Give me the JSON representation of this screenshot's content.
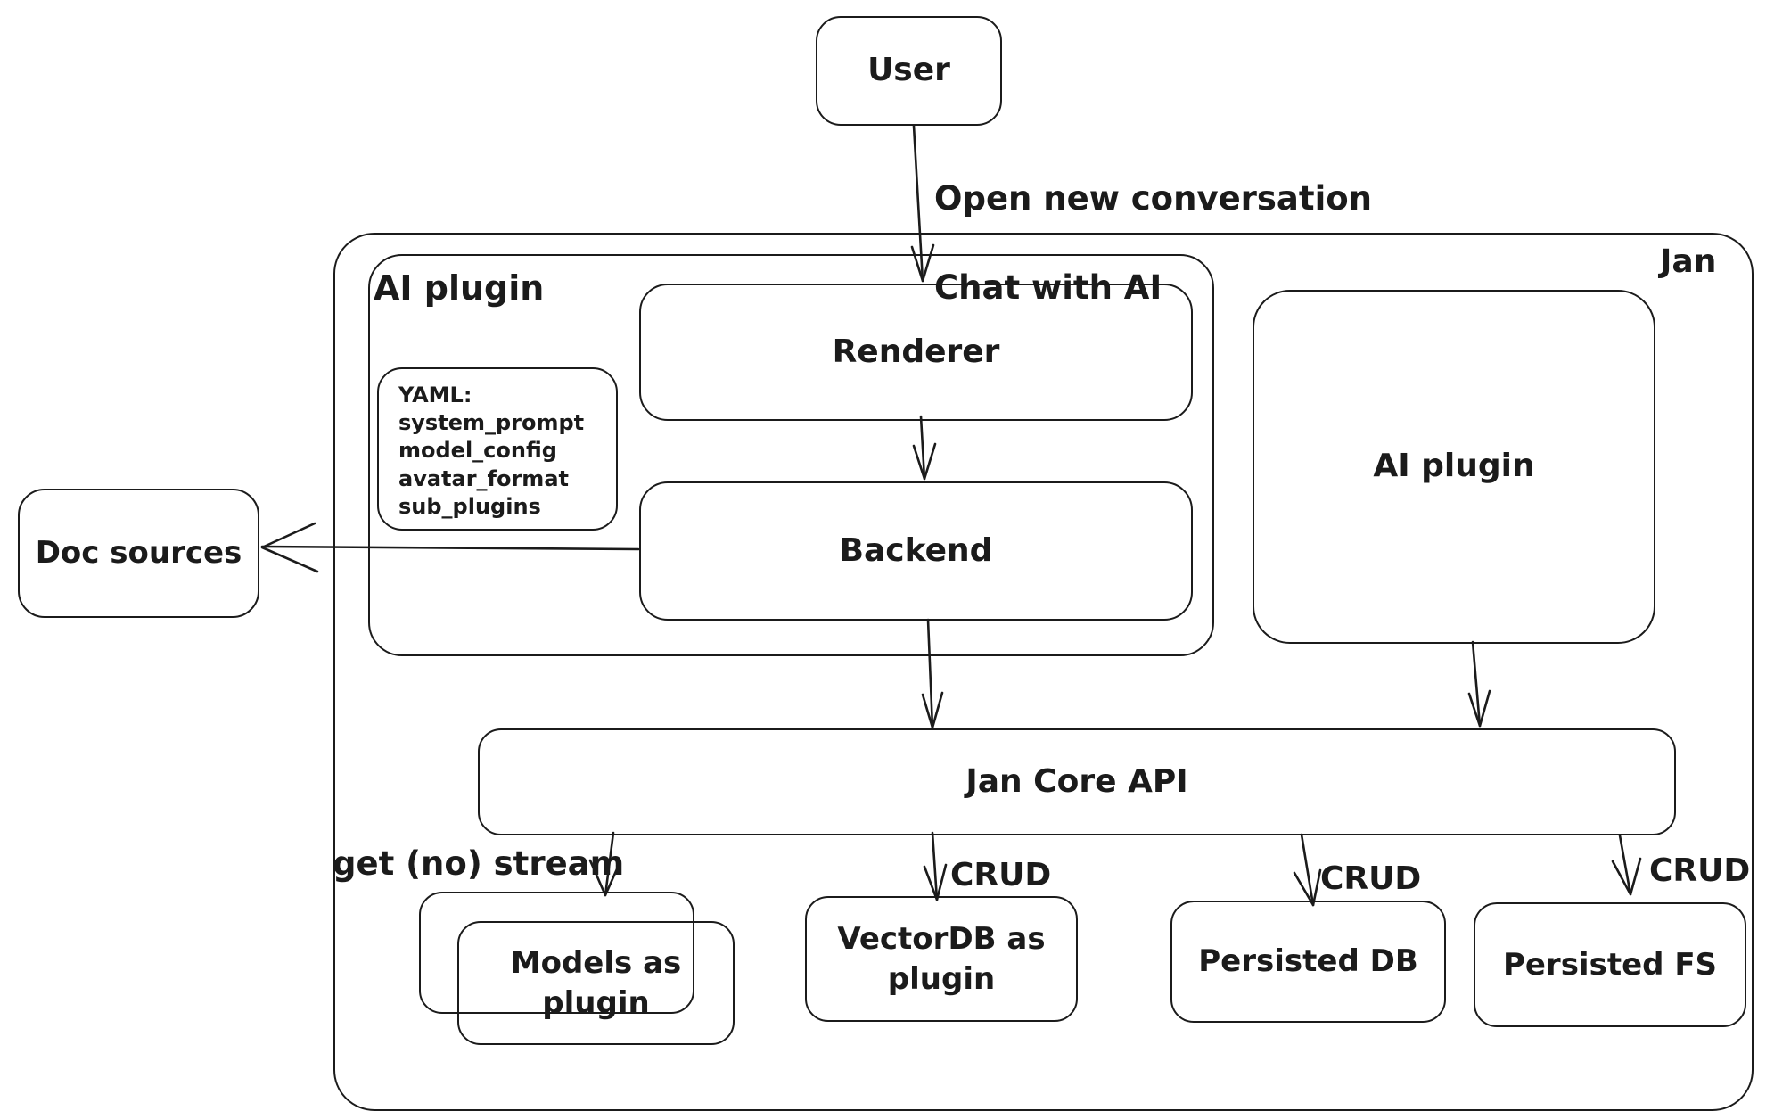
{
  "diagram": {
    "container_label": "Jan",
    "nodes": {
      "user": "User",
      "ai_plugin_group": "AI plugin",
      "renderer": "Renderer",
      "yaml_note": "YAML:\nsystem_prompt\nmodel_config\navatar_format\nsub_plugins",
      "backend": "Backend",
      "ai_plugin": "AI plugin",
      "doc_sources": "Doc sources",
      "jan_core_api": "Jan Core API",
      "models_as_plugin": "Models as\nplugin",
      "vectordb_as_plugin": "VectorDB as\nplugin",
      "persisted_db": "Persisted DB",
      "persisted_fs": "Persisted FS"
    },
    "edge_labels": {
      "open_conversation": "Open new conversation",
      "chat_with_ai": "Chat with AI",
      "get_no_stream": "get (no) stream",
      "crud_vectordb": "CRUD",
      "crud_persisted_db": "CRUD",
      "crud_persisted_fs": "CRUD"
    },
    "colors": {
      "stroke": "#1b1b1b",
      "background": "#ffffff"
    }
  }
}
